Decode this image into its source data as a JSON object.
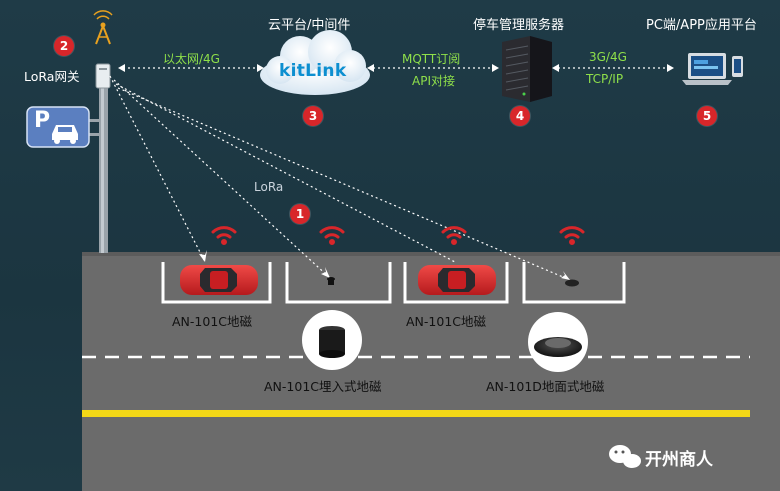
{
  "gateway": {
    "badge": "2",
    "label": "LoRa网关"
  },
  "parking_sign": {
    "letter": "P"
  },
  "link_gateway_cloud": {
    "label": "以太网/4G"
  },
  "cloud": {
    "title": "云平台/中间件",
    "logo_text": "kitLink",
    "badge": "3"
  },
  "link_cloud_server": {
    "line1": "MQTT订阅",
    "line2": "API对接"
  },
  "server": {
    "title": "停车管理服务器",
    "badge": "4"
  },
  "link_server_app": {
    "line1": "3G/4G",
    "line2": "TCP/IP"
  },
  "app": {
    "title": "PC端/APP应用平台",
    "badge": "5"
  },
  "lora": {
    "label": "LoRa",
    "badge": "1"
  },
  "sensors": {
    "label_slot1": "AN-101C地磁",
    "label_slot3": "AN-101C地磁",
    "embedded_label": "AN-101C埋入式地磁",
    "surface_label": "AN-101D地面式地磁"
  },
  "watermark": {
    "text": "开州商人"
  },
  "colors": {
    "background": "#1f3a45",
    "road": "#6b6b6b",
    "lane_yellow": "#f3d817",
    "badge_red": "#d8262a",
    "label_green": "#8fe04a",
    "cloud_logo": "#0d8fd0",
    "car_red": "#d9252b",
    "wifi_red": "#d8262a"
  }
}
